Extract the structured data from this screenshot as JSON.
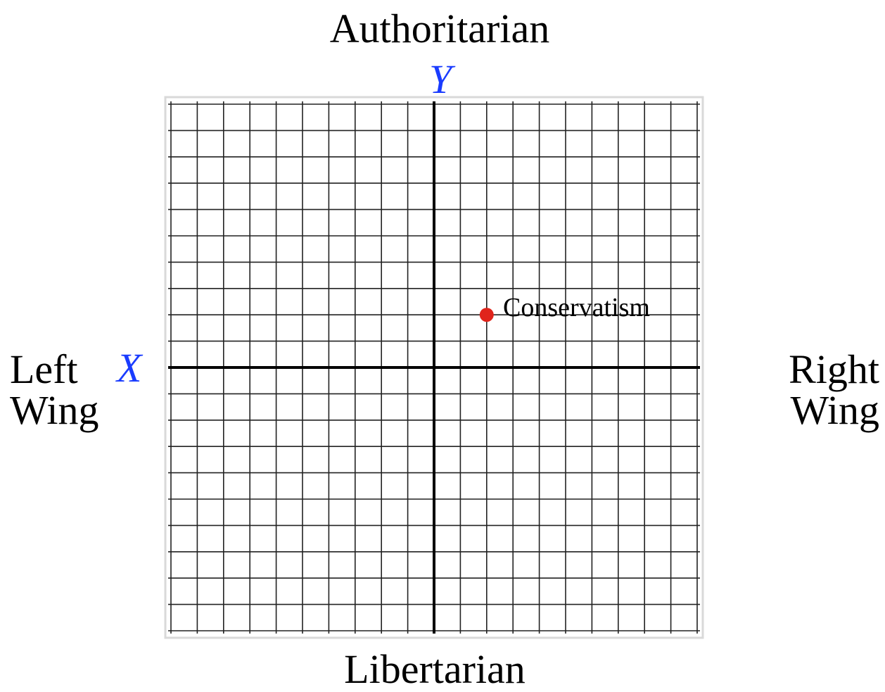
{
  "labels": {
    "top": "Authoritarian",
    "bottom": "Libertarian",
    "left_line1": "Left",
    "left_line2": "Wing",
    "right_line1": "Right",
    "right_line2": "Wing"
  },
  "axes": {
    "x_letter": "X",
    "y_letter": "Y",
    "letter_color": "#1a3cff"
  },
  "grid": {
    "divisions": 20,
    "range": [
      -10,
      10
    ],
    "line_color": "#222222",
    "frame_color": "#d9d9d9",
    "axis_color": "#000000"
  },
  "points": [
    {
      "label": "Conservatism",
      "x": 2,
      "y": 2,
      "color": "#e0241b"
    }
  ]
}
